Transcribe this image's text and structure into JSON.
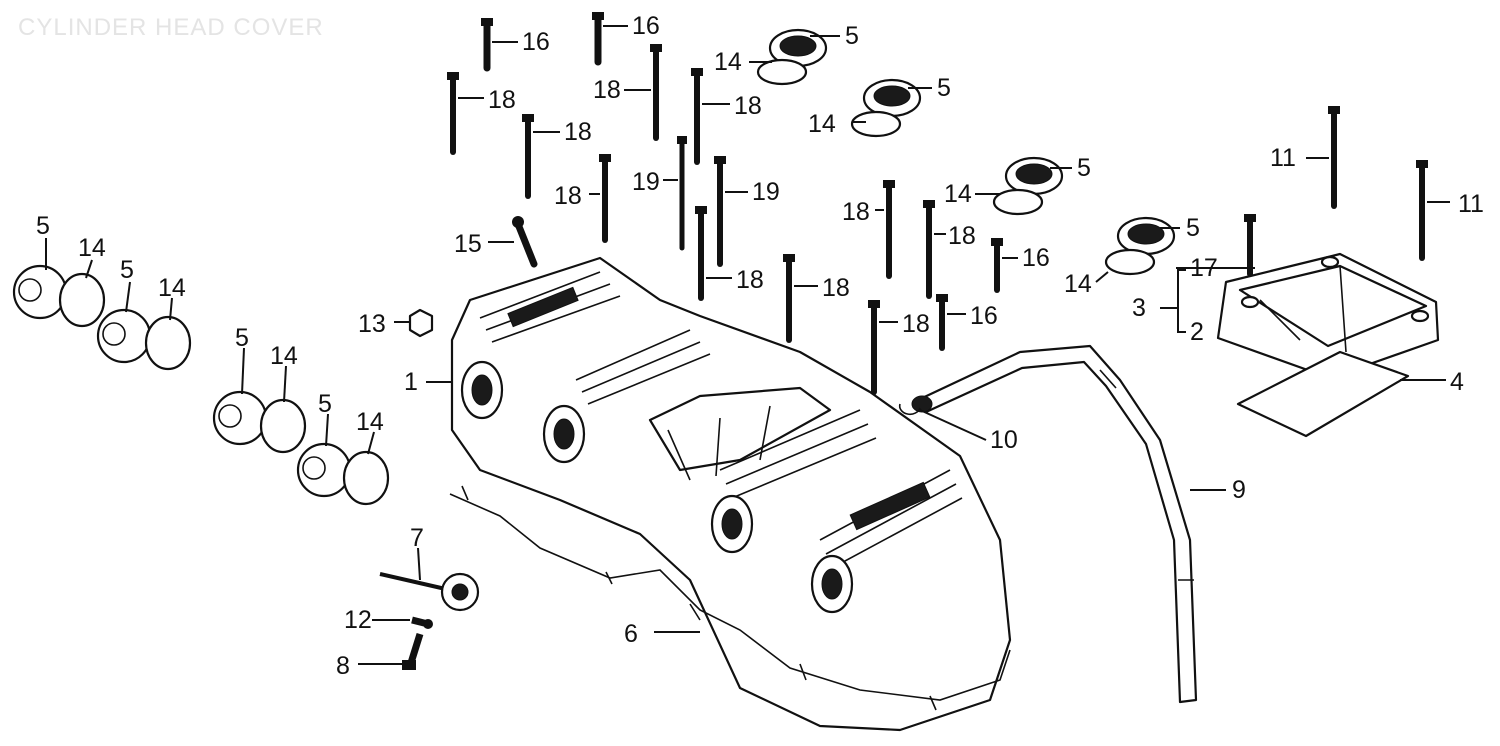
{
  "title": "CYLINDER HEAD COVER",
  "callouts": {
    "c1": "1",
    "c2": "2",
    "c3": "3",
    "c4": "4",
    "c5a": "5",
    "c5b": "5",
    "c5c": "5",
    "c5d": "5",
    "c5e": "5",
    "c5f": "5",
    "c5g": "5",
    "c5h": "5",
    "c6": "6",
    "c7": "7",
    "c8": "8",
    "c9": "9",
    "c10": "10",
    "c11a": "11",
    "c11b": "11",
    "c12": "12",
    "c13": "13",
    "c14a": "14",
    "c14b": "14",
    "c14c": "14",
    "c14d": "14",
    "c14e": "14",
    "c14f": "14",
    "c14g": "14",
    "c14h": "14",
    "c15": "15",
    "c16a": "16",
    "c16b": "16",
    "c16c": "16",
    "c16d": "16",
    "c17": "17",
    "c18a": "18",
    "c18b": "18",
    "c18c": "18",
    "c18d": "18",
    "c18e": "18",
    "c18f": "18",
    "c18g": "18",
    "c18h": "18",
    "c18i": "18",
    "c18j": "18",
    "c19a": "19",
    "c19b": "19"
  }
}
